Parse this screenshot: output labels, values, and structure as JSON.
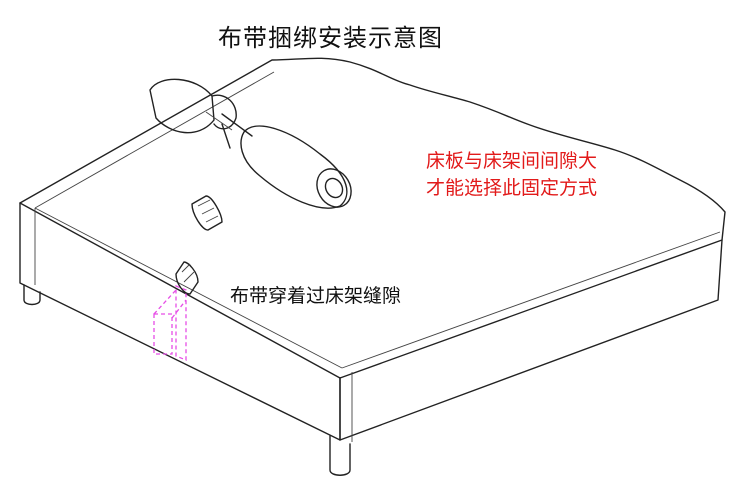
{
  "title": "布带捆绑安装示意图",
  "notes": {
    "gap_line1": "床板与床架间间隙大",
    "gap_line2": "才能选择此固定方式",
    "strap_through": "布带穿着过床架缝隙"
  },
  "colors": {
    "line": "#222222",
    "note_red": "#e21a1a",
    "strap_path": "#e64de6",
    "background": "#ffffff"
  }
}
